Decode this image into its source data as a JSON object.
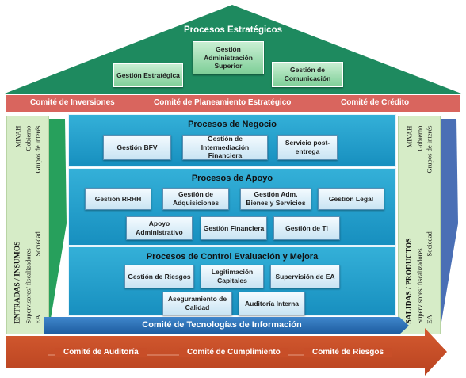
{
  "strategic": {
    "title": "Procesos Estratégicos",
    "items": [
      "Gestión Estratégica",
      "Gestión Administración Superior",
      "Gestión de Comunicación"
    ]
  },
  "committees_top": [
    "Comité de Inversiones",
    "Comité de Planeamiento Estratégico",
    "Comité de Crédito"
  ],
  "inputs": {
    "title": "ENTRADAS / INSUMOS",
    "lines": [
      "MIVAH",
      "Gobierno",
      "Supervisores/ fiscalizadores",
      "Grupos de interés",
      "EA",
      "Sociedad"
    ]
  },
  "outputs": {
    "title": "SALIDAS / PRODUCTOS",
    "lines": [
      "MIVAH",
      "Gobierno",
      "Supervisores/ fiscalizadores",
      "Grupos de interés",
      "EA",
      "Sociedad"
    ]
  },
  "business": {
    "title": "Procesos de Negocio",
    "items": [
      "Gestión BFV",
      "Gestión de Intermediación Financiera",
      "Servicio post-entrega"
    ]
  },
  "support": {
    "title": "Procesos de Apoyo",
    "items": [
      "Gestión RRHH",
      "Gestión de Adquisiciones",
      "Gestión Adm. Bienes y Servicios",
      "Gestión Legal",
      "Apoyo Administrativo",
      "Gestión Financiera",
      "Gestión de TI"
    ]
  },
  "control": {
    "title": "Procesos de Control Evaluación y Mejora",
    "items": [
      "Gestión de Riesgos",
      "Legitimación Capitales",
      "Supervisión de EA",
      "Aseguramiento de Calidad",
      "Auditoría Interna"
    ]
  },
  "it_committee": "Comité de Tecnologías de Información",
  "committees_bottom": [
    "Comité de Auditoría",
    "Comité de Cumplimiento",
    "Comité de Riesgos"
  ],
  "colors": {
    "roof": "#1e8a5f",
    "committee_band": "#d9655e",
    "processes": "#1a9bc8",
    "bottom_arrow": "#c8502a",
    "side_panel": "#d6ecc7",
    "it_arrow": "#2a6bb0"
  }
}
